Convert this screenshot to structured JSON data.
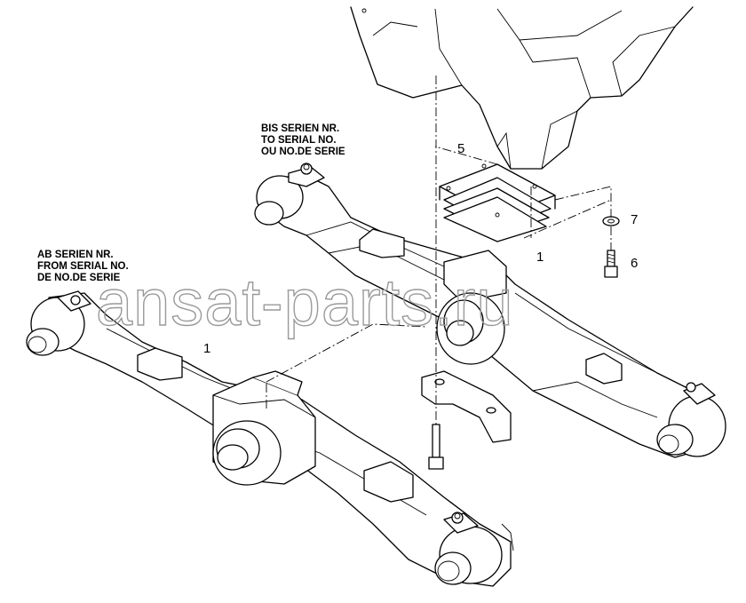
{
  "labels": {
    "bis_serial": [
      "BIS SERIEN NR.",
      "TO SERIAL NO.",
      "OU NO.DE SERIE"
    ],
    "ab_serial": [
      "AB SERIEN NR.",
      "FROM SERIAL NO.",
      "DE NO.DE SERIE"
    ]
  },
  "callouts": {
    "front_beam": "1",
    "rear_beam": "1",
    "mount_pad": "5",
    "bolt": "6",
    "washer": "7"
  },
  "watermark": "ansat-parts.ru"
}
